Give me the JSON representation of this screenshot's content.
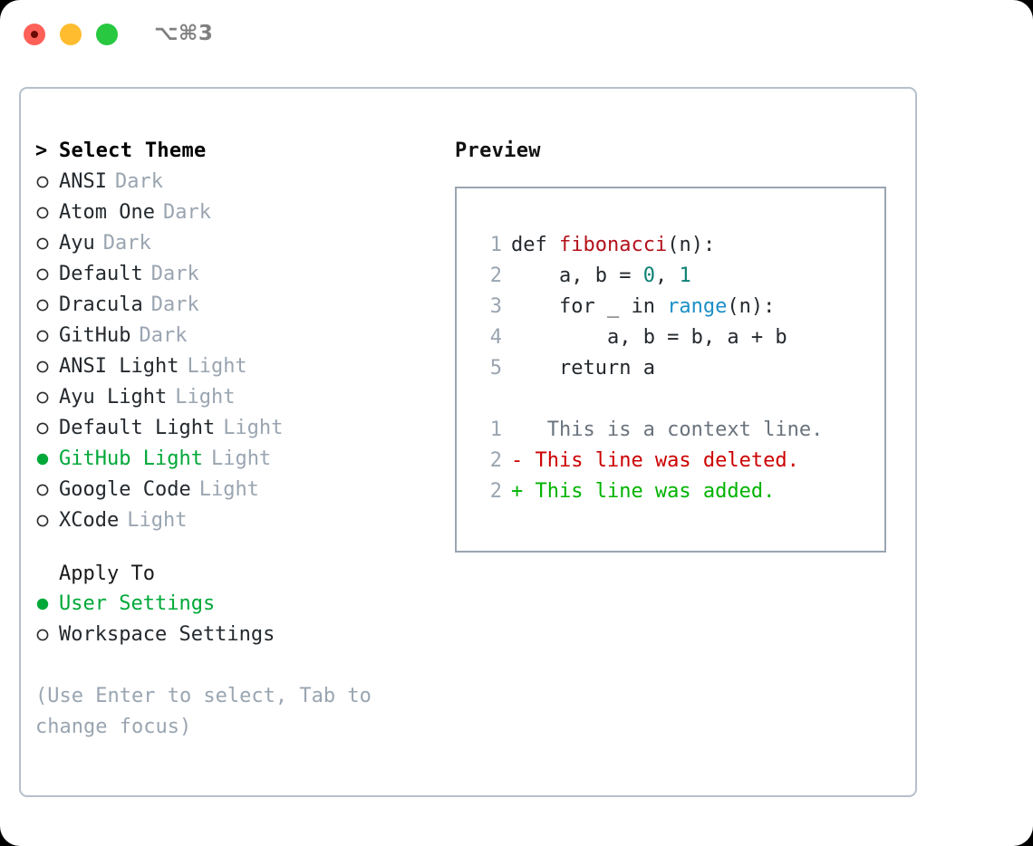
{
  "window": {
    "title": "⌥⌘3",
    "controls": [
      "close",
      "minimize",
      "maximize"
    ]
  },
  "colors": {
    "selected_green": "#00a838",
    "muted_gray": "#9aa5b1",
    "border": "#b6bfcb",
    "preview_border": "#9aa5b1",
    "diff_add": "#00b300",
    "diff_del": "#cc0000",
    "diff_ctx": "#6a737d",
    "fn_red": "#b3121b",
    "num_teal": "#0c8073",
    "call_blue": "#1c8fc7"
  },
  "theme_section": {
    "caret": ">",
    "title": "Select Theme",
    "items": [
      {
        "bullet": "o",
        "label": "ANSI",
        "tag": "Dark",
        "selected": false
      },
      {
        "bullet": "o",
        "label": "Atom One",
        "tag": "Dark",
        "selected": false
      },
      {
        "bullet": "o",
        "label": "Ayu",
        "tag": "Dark",
        "selected": false
      },
      {
        "bullet": "o",
        "label": "Default",
        "tag": "Dark",
        "selected": false
      },
      {
        "bullet": "o",
        "label": "Dracula",
        "tag": "Dark",
        "selected": false
      },
      {
        "bullet": "o",
        "label": "GitHub",
        "tag": "Dark",
        "selected": false
      },
      {
        "bullet": "o",
        "label": "ANSI Light",
        "tag": "Light",
        "selected": false
      },
      {
        "bullet": "o",
        "label": "Ayu Light",
        "tag": "Light",
        "selected": false
      },
      {
        "bullet": "o",
        "label": "Default Light",
        "tag": "Light",
        "selected": false
      },
      {
        "bullet": "●",
        "label": "GitHub Light",
        "tag": "Light",
        "selected": true
      },
      {
        "bullet": "o",
        "label": "Google Code",
        "tag": "Light",
        "selected": false
      },
      {
        "bullet": "o",
        "label": "XCode",
        "tag": "Light",
        "selected": false
      }
    ]
  },
  "apply_section": {
    "title": "Apply To",
    "items": [
      {
        "bullet": "●",
        "label": "User Settings",
        "selected": true
      },
      {
        "bullet": "o",
        "label": "Workspace Settings",
        "selected": false
      }
    ]
  },
  "hint": "(Use Enter to select, Tab to change focus)",
  "preview": {
    "title": "Preview",
    "code_lines": [
      {
        "n": "1",
        "parts": [
          {
            "t": "def ",
            "c": "plain"
          },
          {
            "t": "fibonacci",
            "c": "fn"
          },
          {
            "t": "(n):",
            "c": "plain"
          }
        ]
      },
      {
        "n": "2",
        "parts": [
          {
            "t": "    a, b = ",
            "c": "plain"
          },
          {
            "t": "0",
            "c": "num"
          },
          {
            "t": ", ",
            "c": "plain"
          },
          {
            "t": "1",
            "c": "num"
          }
        ]
      },
      {
        "n": "3",
        "parts": [
          {
            "t": "    for _ in ",
            "c": "plain"
          },
          {
            "t": "range",
            "c": "call"
          },
          {
            "t": "(n):",
            "c": "plain"
          }
        ]
      },
      {
        "n": "4",
        "parts": [
          {
            "t": "        a, b = b, a + b",
            "c": "plain"
          }
        ]
      },
      {
        "n": "5",
        "parts": [
          {
            "t": "    return a",
            "c": "plain"
          }
        ]
      }
    ],
    "diff_lines": [
      {
        "n": "1",
        "mark": " ",
        "text": "  This is a context line.",
        "kind": "ctx"
      },
      {
        "n": "2",
        "mark": "-",
        "text": " This line was deleted.",
        "kind": "del"
      },
      {
        "n": "2",
        "mark": "+",
        "text": " This line was added.",
        "kind": "add"
      }
    ]
  }
}
